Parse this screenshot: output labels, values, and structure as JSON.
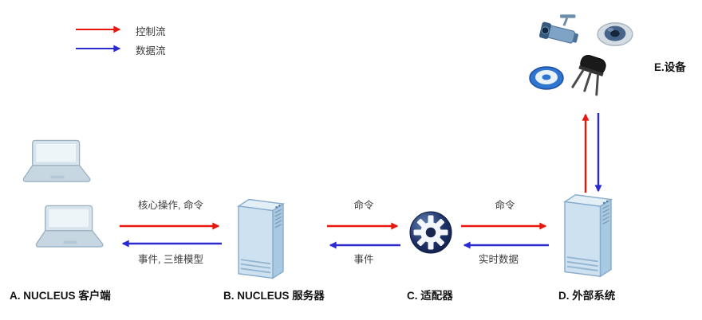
{
  "legend": {
    "control": {
      "label": "控制流"
    },
    "data": {
      "label": "数据流"
    }
  },
  "colors": {
    "control": "#e8160c",
    "data": "#2a2ad0"
  },
  "nodes": {
    "client": {
      "label": "A. NUCLEUS 客户端"
    },
    "server": {
      "label": "B. NUCLEUS 服务器"
    },
    "adapter": {
      "label": "C. 适配器"
    },
    "external": {
      "label": "D. 外部系统"
    },
    "devices": {
      "label": "E.设备"
    }
  },
  "flows": {
    "client_to_server": {
      "label": "核心操作, 命令",
      "type": "control"
    },
    "server_to_client": {
      "label": "事件, 三维模型",
      "type": "data"
    },
    "server_to_adapter": {
      "label": "命令",
      "type": "control"
    },
    "adapter_to_server": {
      "label": "事件",
      "type": "data"
    },
    "adapter_to_external": {
      "label": "命令",
      "type": "control"
    },
    "external_to_adapter": {
      "label": "实时数据",
      "type": "data"
    },
    "external_to_devices": {
      "type": "control"
    },
    "devices_to_external": {
      "type": "data"
    }
  }
}
